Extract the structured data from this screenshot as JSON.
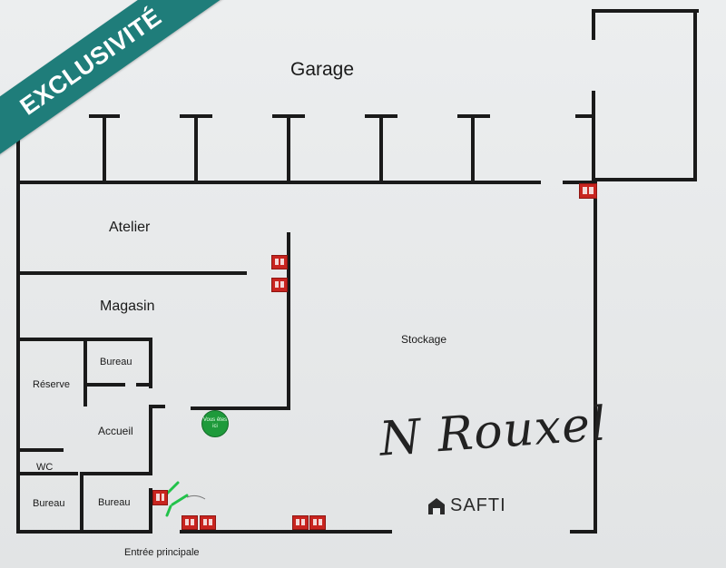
{
  "badge": "EXCLUSIVITÉ",
  "rooms": {
    "garage": "Garage",
    "atelier": "Atelier",
    "magasin": "Magasin",
    "stockage": "Stockage",
    "bureau_top": "Bureau",
    "reserve": "Réserve",
    "accueil": "Accueil",
    "wc": "WC",
    "bureau_bl": "Bureau",
    "bureau_bm": "Bureau",
    "entree": "Entrée principale"
  },
  "you_are_here": "Vous êtes ici",
  "signature": "N Rouxel",
  "logo": "SAFTI",
  "colors": {
    "wall": "#1a1a1a",
    "ribbon": "#1f7d7a",
    "here_marker": "#1e9a3b",
    "extinguisher": "#c8241f",
    "door_marker": "#22c24a"
  }
}
